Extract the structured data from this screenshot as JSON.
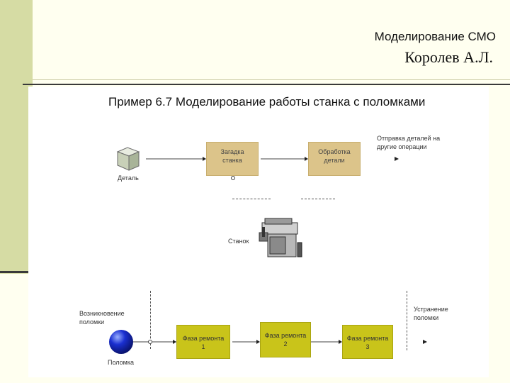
{
  "header": {
    "subject": "Моделирование СМО",
    "author": "Королев А.Л."
  },
  "diagram": {
    "title": "Пример 6.7 Моделирование работы станка с поломками",
    "labels": {
      "detail": "Деталь",
      "machine": "Станок",
      "send_out": [
        "Отправка деталей на",
        "другие операции"
      ],
      "breakdown_start": [
        "Возникновение",
        "поломки"
      ],
      "breakdown": "Поломка",
      "elimination": [
        "Устранение",
        "поломки"
      ]
    },
    "blocks": {
      "load": [
        "Загадка",
        "станка"
      ],
      "process": [
        "Обработка",
        "детали"
      ],
      "repair1": [
        "Фаза ремонта",
        "1"
      ],
      "repair2": [
        "Фаза ремонта",
        "2"
      ],
      "repair3": [
        "Фаза ремонта",
        "3"
      ]
    }
  },
  "colors": {
    "left_bar": "#d6dca4",
    "block_tan": "#dcc48a",
    "block_yellow": "#c9c41a",
    "ball": "#1a2fd0"
  }
}
